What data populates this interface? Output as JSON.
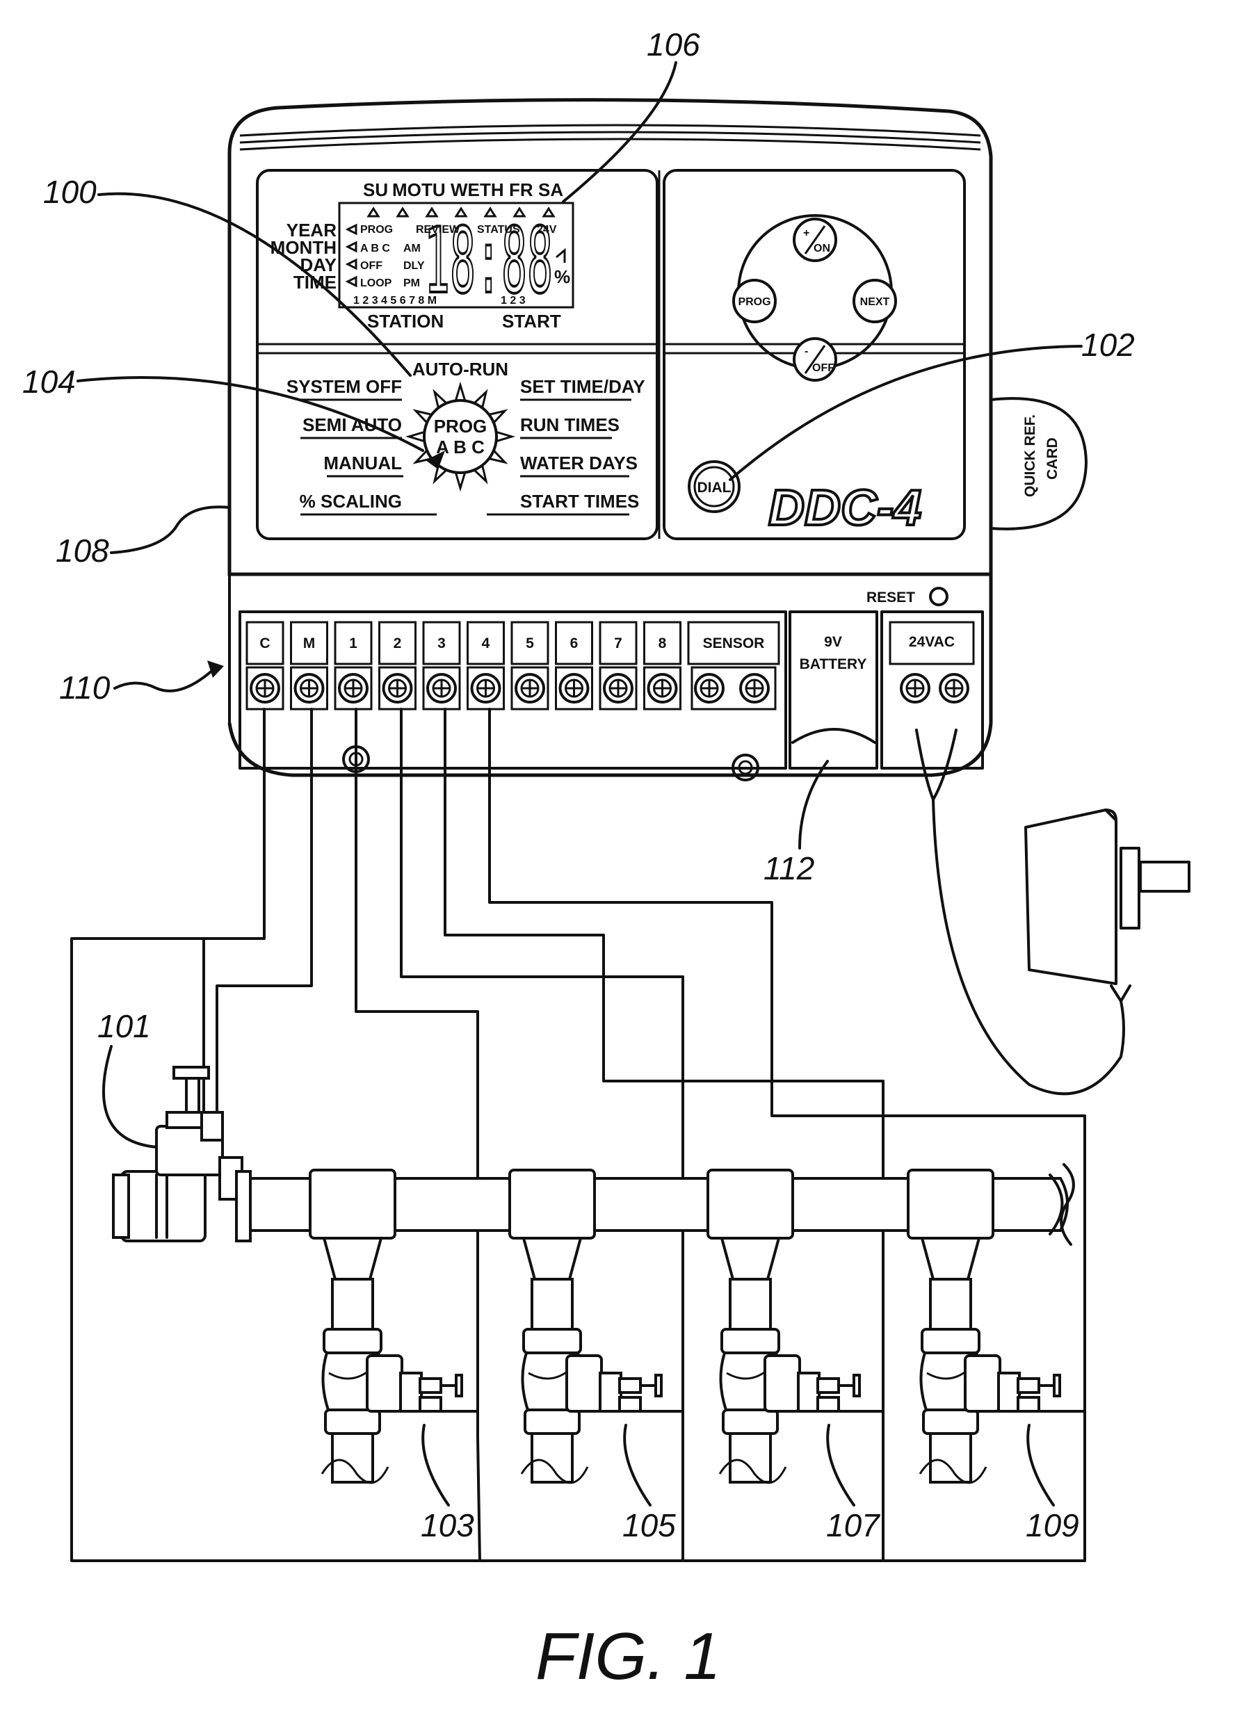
{
  "figure_caption": "FIG. 1",
  "reference_numerals": {
    "controller": "100",
    "master_valve": "101",
    "dial_button": "102",
    "valve_1": "103",
    "program_selector": "104",
    "valve_2": "105",
    "display": "106",
    "valve_3": "107",
    "housing": "108",
    "valve_4": "109",
    "terminal_strip": "110",
    "battery": "112"
  },
  "display": {
    "days": [
      "SU",
      "MO",
      "TU",
      "WE",
      "TH",
      "FR",
      "SA"
    ],
    "left_labels": [
      "YEAR",
      "MONTH",
      "DAY",
      "TIME"
    ],
    "row1": [
      "PROG",
      "REVIEW",
      "STATUS",
      "24V"
    ],
    "row2": [
      "A B C",
      "AM"
    ],
    "row3": [
      "OFF",
      "DLY"
    ],
    "row4": [
      "LOOP",
      "PM"
    ],
    "station_digits": "1 2 3 4 5 6 7 8 M",
    "start_digits": "1   2   3",
    "digits": "18:88",
    "percent": "%",
    "station_label": "STATION",
    "start_label": "START"
  },
  "dial_positions": {
    "top": "AUTO-RUN",
    "left": [
      "SYSTEM OFF",
      "SEMI AUTO",
      "MANUAL",
      "% SCALING"
    ],
    "right": [
      "SET TIME/DAY",
      "RUN TIMES",
      "WATER DAYS",
      "START TIMES"
    ],
    "center_line1": "PROG",
    "center_line2": "A B C"
  },
  "keypad": {
    "up_button": "+ / ON",
    "down_button": "- / OFF",
    "prog_button": "PROG",
    "next_button": "NEXT",
    "dial_button": "DIAL"
  },
  "brand": "DDC-4",
  "quick_ref_card": [
    "QUICK REF.",
    "CARD"
  ],
  "reset_label": "RESET",
  "terminals": [
    "C",
    "M",
    "1",
    "2",
    "3",
    "4",
    "5",
    "6",
    "7",
    "8",
    "SENSOR"
  ],
  "battery_label": [
    "9V",
    "BATTERY"
  ],
  "power_label": "24VAC"
}
